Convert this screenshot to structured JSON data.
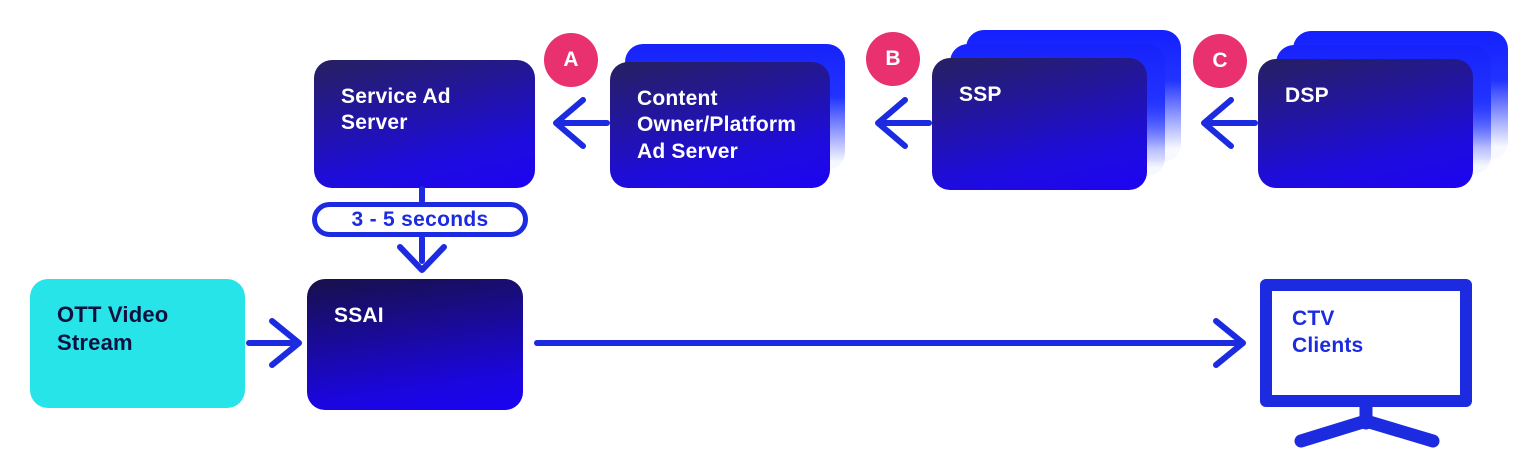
{
  "nodes": {
    "service_ad_server": {
      "label": "Service Ad\nServer"
    },
    "content_owner_ad_server": {
      "label": "Content\nOwner/Platform\nAd Server"
    },
    "ssp": {
      "label": "SSP"
    },
    "dsp": {
      "label": "DSP"
    },
    "ott_video_stream": {
      "label": "OTT Video\nStream"
    },
    "ssai": {
      "label": "SSAI"
    },
    "ctv_clients": {
      "label": "CTV\nClients"
    }
  },
  "badges": {
    "a": "A",
    "b": "B",
    "c": "C"
  },
  "timer_pill": {
    "label": "3 - 5 seconds"
  },
  "colors": {
    "blue_bright": "#1c2bdf",
    "blue_deep": "#1c05ee",
    "stack_blue": "#1b28ff",
    "cyan": "#27e4e8",
    "pink": "#ea316f",
    "navy_text": "#10103f",
    "white": "#ffffff"
  }
}
